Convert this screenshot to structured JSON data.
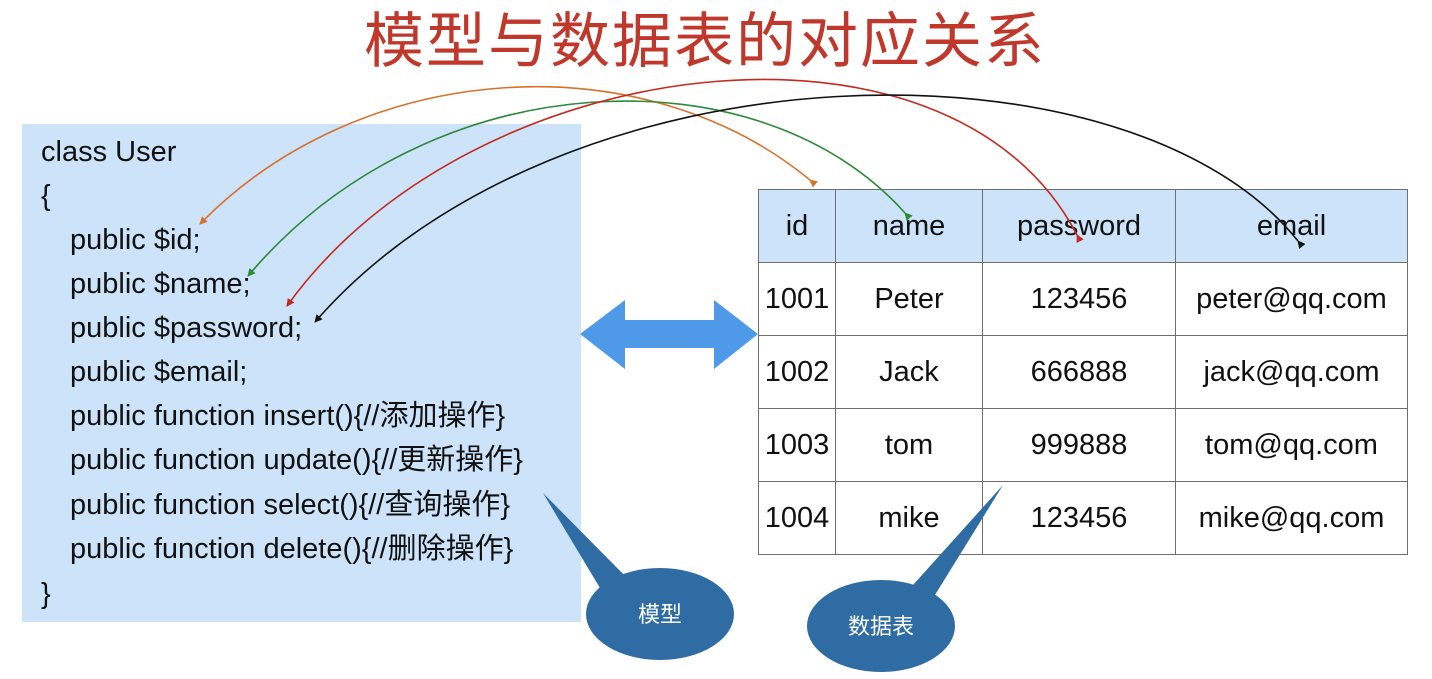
{
  "title": "模型与数据表的对应关系",
  "colors": {
    "title": "#c0382b",
    "panel": "#cde3f9",
    "bubble": "#2e6ca3",
    "double_arrow": "#4f9ae8",
    "id_arrow": "#d9702b",
    "name_arrow": "#2c8a3a",
    "password_arrow": "#c52a1f",
    "email_arrow": "#111111"
  },
  "code_lines": [
    "class User",
    "{",
    "public $id;",
    "public $name;",
    "public $password;",
    "public $email;",
    "public function insert(){//添加操作}",
    "public function update(){//更新操作}",
    "public function select(){//查询操作}",
    "public function delete(){//删除操作}",
    "}"
  ],
  "table": {
    "columns": [
      "id",
      "name",
      "password",
      "email"
    ],
    "rows": [
      [
        "1001",
        "Peter",
        "123456",
        "peter@qq.com"
      ],
      [
        "1002",
        "Jack",
        "666888",
        "jack@qq.com"
      ],
      [
        "1003",
        "tom",
        "999888",
        "tom@qq.com"
      ],
      [
        "1004",
        "mike",
        "123456",
        "mike@qq.com"
      ]
    ]
  },
  "callouts": {
    "model": "模型",
    "table": "数据表"
  }
}
